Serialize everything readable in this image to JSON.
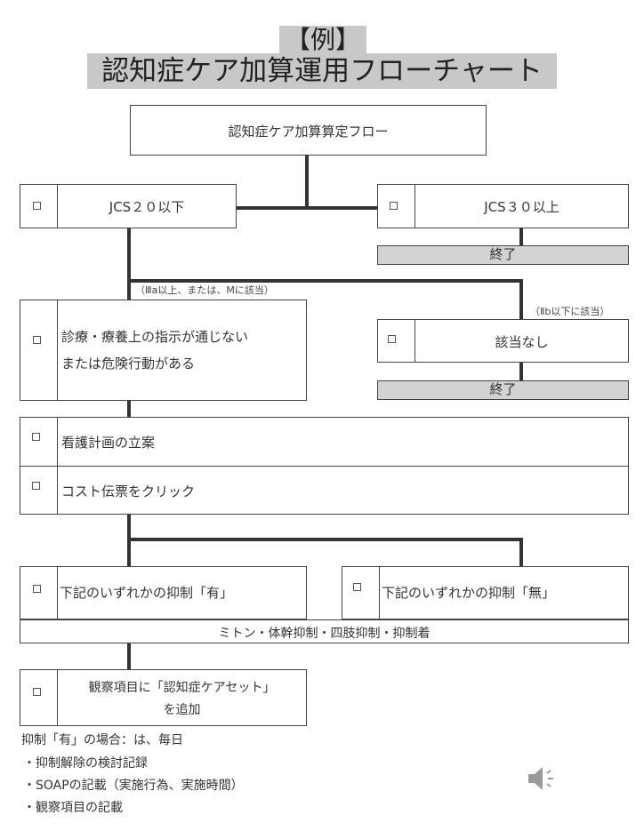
{
  "header": {
    "title_line1": "【例】",
    "title_line2": "認知症ケア加算運用フローチャート"
  },
  "flow": {
    "top": "認知症ケア加算算定フロー",
    "jcs20": "JCS２０以下",
    "jcs30": "JCS３０以上",
    "end1": "終了",
    "note_left": "（Ⅲa以上、または、Ⅿに該当）",
    "note_right": "（Ⅱb以下に該当）",
    "instruction_line1": "診療・療養上の指示が通じない",
    "instruction_line2": "または危険行動がある",
    "not_applicable": "該当なし",
    "end2": "終了",
    "care_plan": "看護計画の立案",
    "cost": "コスト伝票をクリック",
    "restraint_yes": "下記のいずれかの抑制「有」",
    "restraint_no": "下記のいずれかの抑制「無」",
    "restraint_list": "ミトン・体幹抑制・四肢抑制・抑制着",
    "observe_line1": "観察項目に「認知症ケアセット」",
    "observe_line2": "を追加",
    "checkbox_glyph": "□"
  },
  "notes": {
    "heading": "抑制「有」の場合：は、毎日",
    "items": [
      "・抑制解除の検討記録",
      "・SOAPの記載（実施行為、実施時間）",
      "・観察項目の記載"
    ]
  },
  "icons": {
    "speaker": "speaker-icon"
  },
  "colors": {
    "title_bg": "#c8c8c8",
    "end_bg": "#d2d2d2",
    "line": "#333333"
  }
}
